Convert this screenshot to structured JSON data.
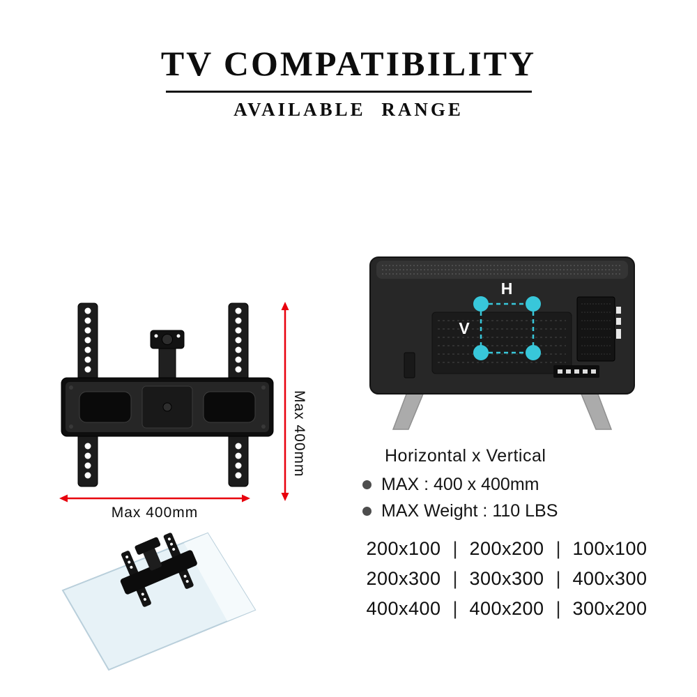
{
  "header": {
    "title": "TV COMPATIBILITY",
    "subtitle": "AVAILABLE RANGE"
  },
  "mount_diagram": {
    "vertical_dimension_label": "Max 400mm",
    "horizontal_dimension_label": "Max 400mm"
  },
  "tv_diagram": {
    "horizontal_axis_label": "H",
    "vertical_axis_label": "V"
  },
  "specs": {
    "heading": "Horizontal x Vertical",
    "items": [
      "MAX : 400 x 400mm",
      "MAX Weight : 110 LBS"
    ]
  },
  "vesa_sizes": {
    "separator": "|",
    "rows": [
      [
        "200x100",
        "200x200",
        "100x100"
      ],
      [
        "200x300",
        "300x300",
        "400x300"
      ],
      [
        "400x400",
        "400x200",
        "300x200"
      ]
    ]
  },
  "colors": {
    "dimension_arrow": "#e8000d",
    "vesa_marker": "#38c7da"
  }
}
